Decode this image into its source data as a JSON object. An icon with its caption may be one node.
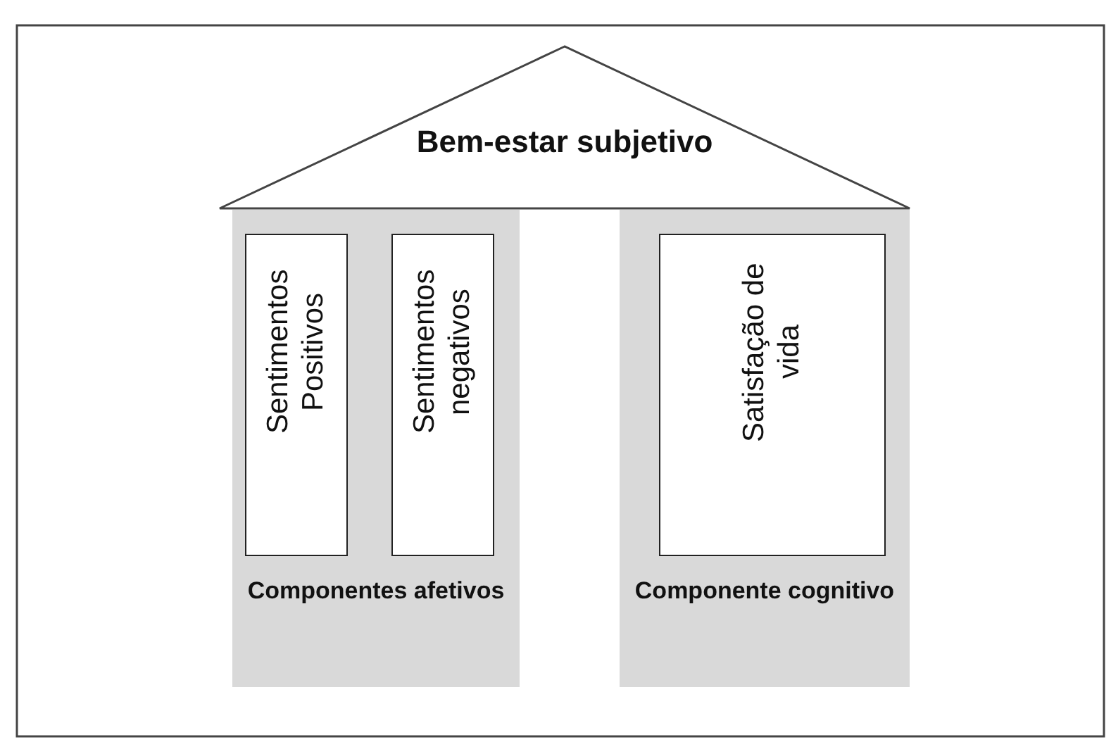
{
  "diagram": {
    "nodes": [
      {
        "text": [
          "Bem-estar subjetivo"
        ]
      },
      {
        "text": [
          "Componentes afetivos"
        ]
      },
      {
        "text": [
          "Sentimentos Positivos"
        ],
        "in": 1
      },
      {
        "text": [
          "Sentimentos negativos"
        ],
        "in": 1
      },
      {
        "text": [
          "Componente cognitivo"
        ]
      },
      {
        "text": [
          "Satisfação de vida"
        ],
        "in": 4
      }
    ],
    "edges": []
  }
}
